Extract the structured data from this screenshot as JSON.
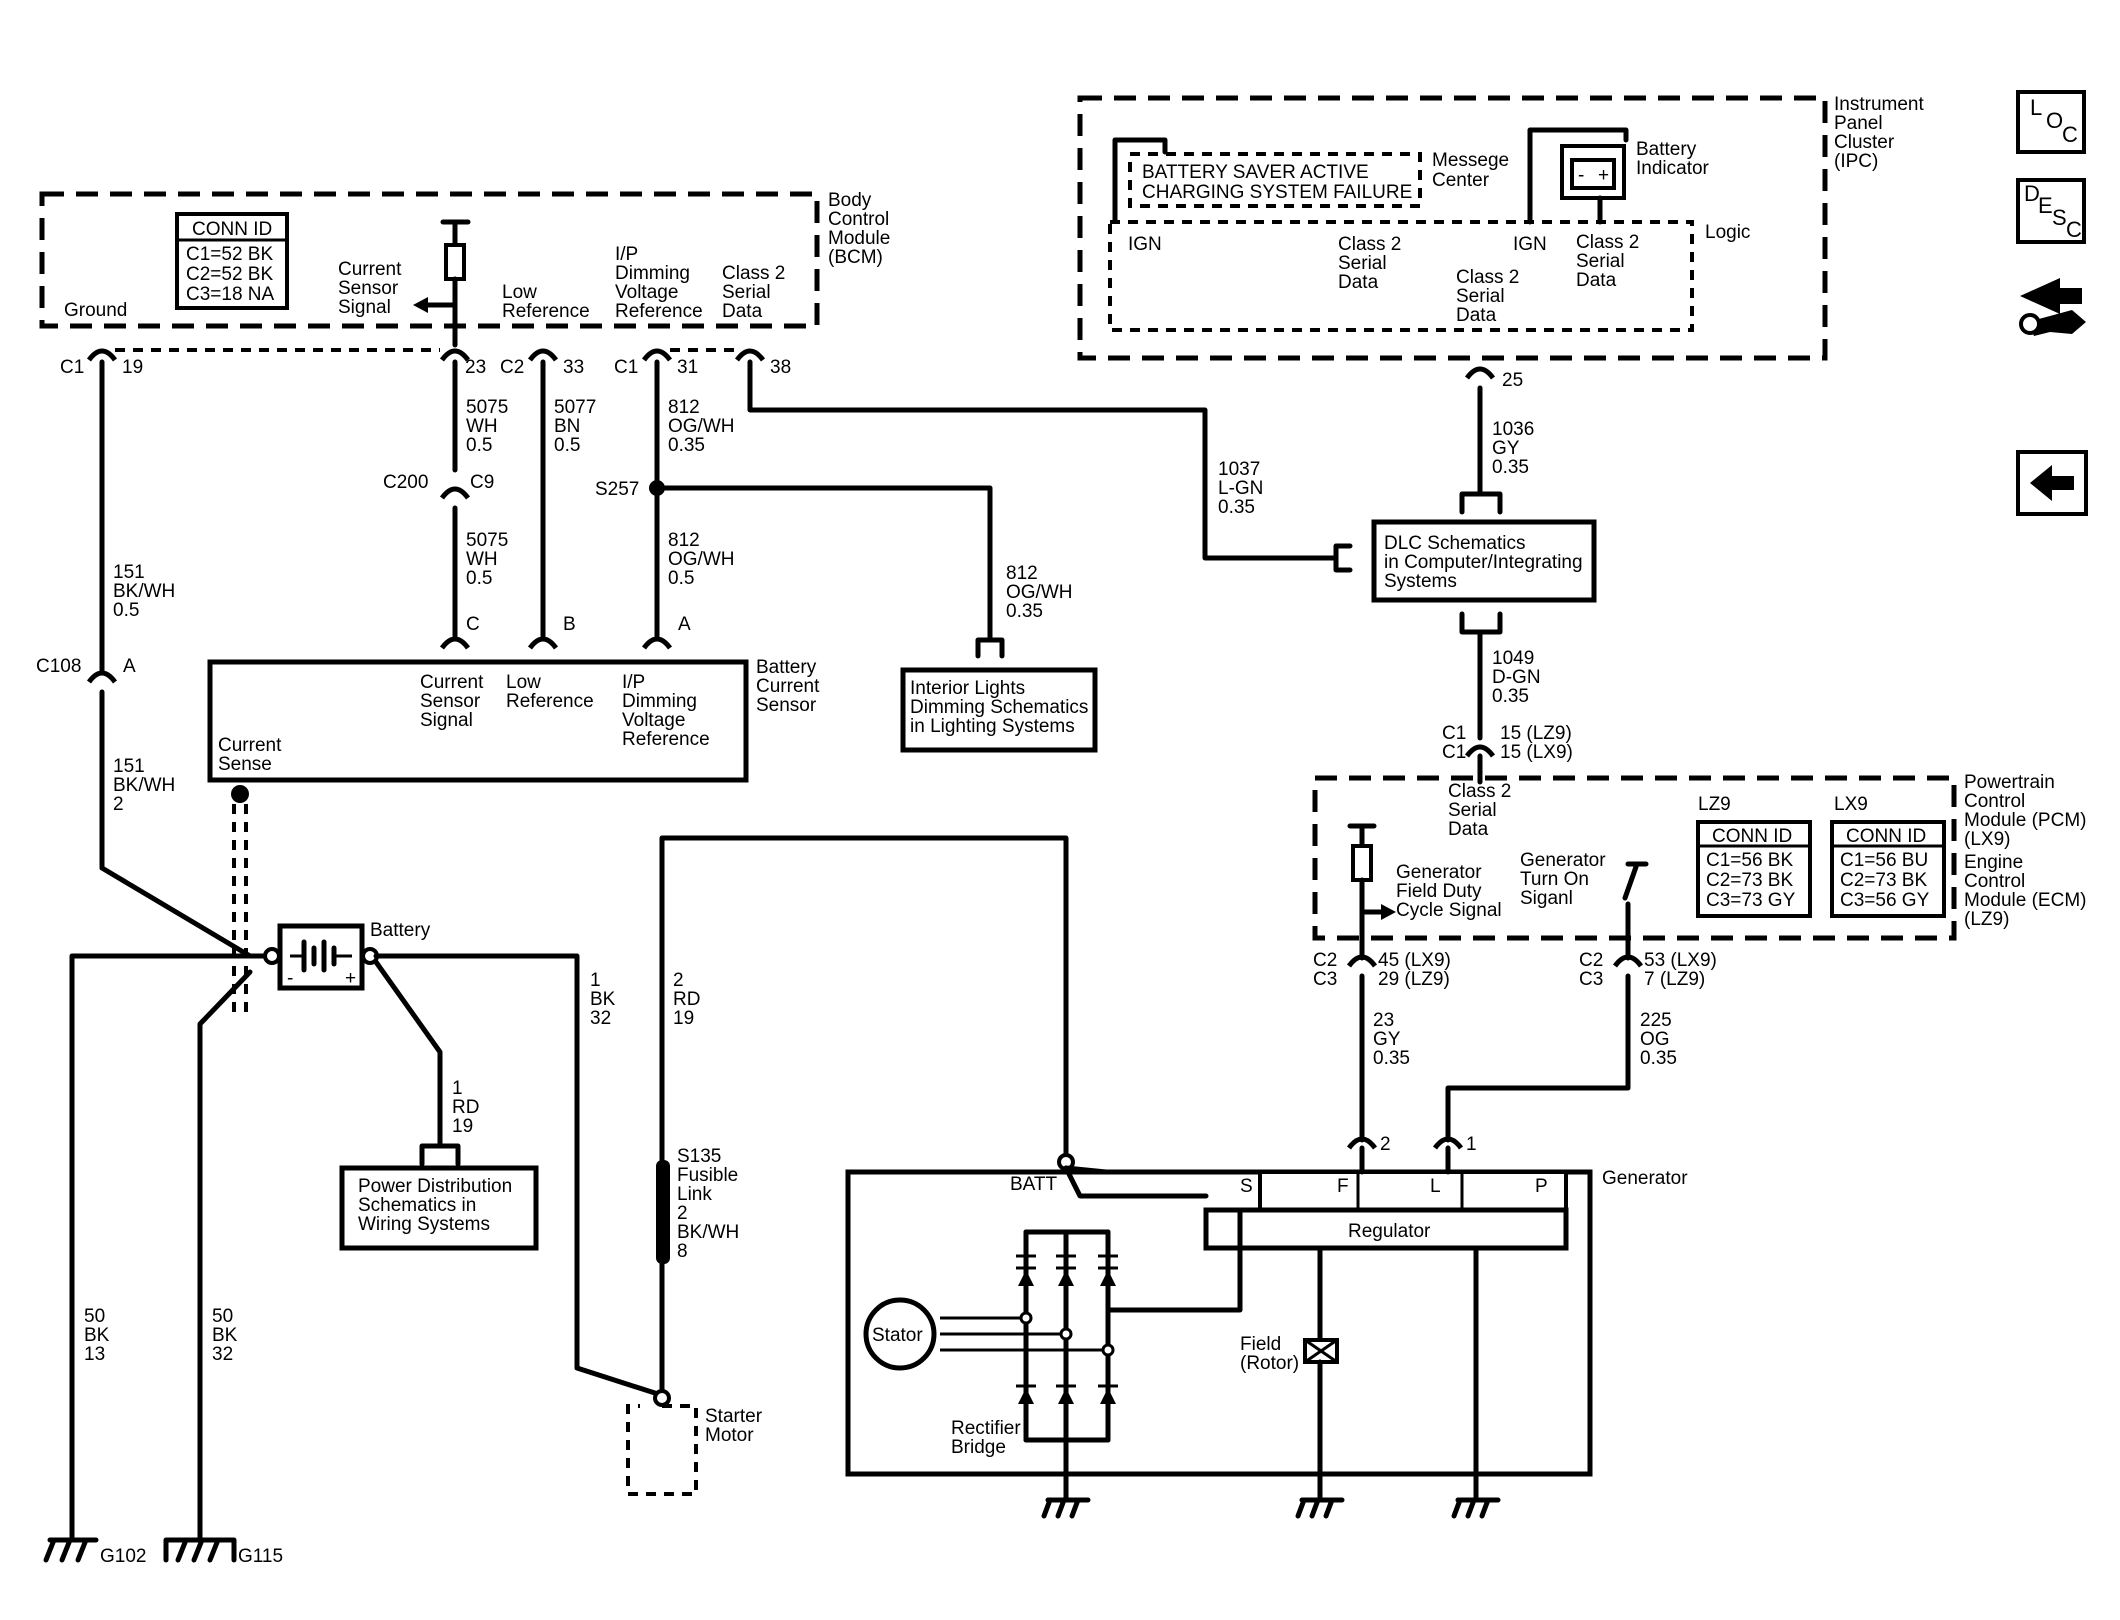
{
  "bcm": {
    "title": [
      "Body",
      "Control",
      "Module",
      "(BCM)"
    ],
    "conn_id_title": "CONN ID",
    "conn_id_rows": [
      "C1=52 BK",
      "C2=52 BK",
      "C3=18 NA"
    ],
    "ground": "Ground",
    "current_sensor_signal": [
      "Current",
      "Sensor",
      "Signal"
    ],
    "low_reference": [
      "Low",
      "Reference"
    ],
    "ip_dimming": [
      "I/P",
      "Dimming",
      "Voltage",
      "Reference"
    ],
    "class2": [
      "Class 2",
      "Serial",
      "Data"
    ],
    "pins": {
      "ground_conn": "C1",
      "ground_pin": "19",
      "css_pin": "23",
      "low_conn": "C2",
      "low_pin": "33",
      "ipd_conn": "C1",
      "ipd_pin": "31",
      "c2_pin": "38"
    }
  },
  "ipc": {
    "title": [
      "Instrument",
      "Panel",
      "Cluster",
      "(IPC)"
    ],
    "message_lines": [
      "BATTERY SAVER ACTIVE",
      "CHARGING SYSTEM FAILURE"
    ],
    "message_center": [
      "Messege",
      "Center"
    ],
    "battery_indicator": [
      "Battery",
      "Indicator"
    ],
    "logic": "Logic",
    "ign1": "IGN",
    "class2_a": [
      "Class 2",
      "Serial",
      "Data"
    ],
    "ign2": "IGN",
    "class2_b": [
      "Class 2",
      "Serial",
      "Data"
    ],
    "class2_c": [
      "Class 2",
      "Serial",
      "Data"
    ],
    "pin": "25"
  },
  "nav": {
    "loc_l": "L",
    "loc_o": "O",
    "loc_c": "C",
    "desc_d": "D",
    "desc_e": "E",
    "desc_s": "S",
    "desc_c": "C"
  },
  "wires": {
    "w5075_top": [
      "5075",
      "WH",
      "0.5"
    ],
    "w5077": [
      "5077",
      "BN",
      "0.5"
    ],
    "w812_top": [
      "812",
      "OG/WH",
      "0.35"
    ],
    "w5075_bot": [
      "5075",
      "WH",
      "0.5"
    ],
    "w812_mid": [
      "812",
      "OG/WH",
      "0.5"
    ],
    "w812_int": [
      "812",
      "OG/WH",
      "0.35"
    ],
    "w151_top": [
      "151",
      "BK/WH",
      "0.5"
    ],
    "w151_bot": [
      "151",
      "BK/WH",
      "2"
    ],
    "w1037": [
      "1037",
      "L-GN",
      "0.35"
    ],
    "w1036": [
      "1036",
      "GY",
      "0.35"
    ],
    "w1049": [
      "1049",
      "D-GN",
      "0.35"
    ],
    "w1_rd": [
      "1",
      "RD",
      "19"
    ],
    "w1_bk": [
      "1",
      "BK",
      "32"
    ],
    "w2_rd": [
      "2",
      "RD",
      "19"
    ],
    "w50_13": [
      "50",
      "BK",
      "13"
    ],
    "w50_32": [
      "50",
      "BK",
      "32"
    ],
    "w23": [
      "23",
      "GY",
      "0.35"
    ],
    "w225": [
      "225",
      "OG",
      "0.35"
    ]
  },
  "connectors": {
    "c200": "C200",
    "c9": "C9",
    "s257": "S257",
    "c108": "C108",
    "c108_pin": "A"
  },
  "sensor": {
    "title": [
      "Battery",
      "Current",
      "Sensor"
    ],
    "pin_c": "C",
    "pin_b": "B",
    "pin_a": "A",
    "css": [
      "Current",
      "Sensor",
      "Signal"
    ],
    "low": [
      "Low",
      "Reference"
    ],
    "ipd": [
      "I/P",
      "Dimming",
      "Voltage",
      "Reference"
    ],
    "current_sense": [
      "Current",
      "Sense"
    ]
  },
  "interior": [
    "Interior Lights",
    "Dimming Schematics",
    "in Lighting Systems"
  ],
  "dlc": [
    "DLC Schematics",
    "in Computer/Integrating",
    "Systems"
  ],
  "pcm": {
    "title": [
      "Powertrain",
      "Control",
      "Module (PCM)",
      "(LX9)",
      "Engine",
      "Control",
      "Module (ECM)",
      "(LZ9)"
    ],
    "c1a": "C1",
    "c1b": "C1",
    "pin_lz9": "15 (LZ9)",
    "pin_lx9": "15 (LX9)",
    "class2": [
      "Class 2",
      "Serial",
      "Data"
    ],
    "gen_field": [
      "Generator",
      "Field Duty",
      "Cycle Signal"
    ],
    "gen_turn": [
      "Generator",
      "Turn On",
      "Siganl"
    ],
    "lz9": "LZ9",
    "lx9": "LX9",
    "conn_id_title": "CONN ID",
    "conn_lz9": [
      "C1=56 BK",
      "C2=73 BK",
      "C3=73 GY"
    ],
    "conn_lx9": [
      "C1=56 BU",
      "C2=73 BK",
      "C3=56 GY"
    ],
    "f_c2": "C2",
    "f_c3": "C3",
    "f_45": "45 (LX9)",
    "f_29": "29 (LZ9)",
    "t_c2": "C2",
    "t_c3": "C3",
    "t_53": "53 (LX9)",
    "t_7": "7 (LZ9)"
  },
  "battery": {
    "label": "Battery",
    "minus": "-",
    "plus": "+"
  },
  "power_dist": [
    "Power Distribution",
    "Schematics in",
    "Wiring Systems"
  ],
  "fusible": [
    "S135",
    "Fusible",
    "Link",
    "2",
    "BK/WH",
    "8"
  ],
  "starter": [
    "Starter",
    "Motor"
  ],
  "generator": {
    "title": "Generator",
    "batt": "BATT",
    "s": "S",
    "f": "F",
    "l": "L",
    "p": "P",
    "regulator": "Regulator",
    "stator": "Stator",
    "rectifier": [
      "Rectifier",
      "Bridge"
    ],
    "field": [
      "Field",
      "(Rotor)"
    ],
    "pin2": "2",
    "pin1": "1"
  },
  "grounds": {
    "g102": "G102",
    "g115": "G115"
  }
}
